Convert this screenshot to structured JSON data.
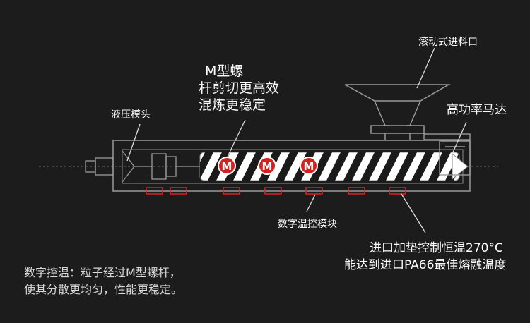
{
  "labels": {
    "screw_title_1": "M型螺",
    "screw_title_2": "杆剪切更高效",
    "screw_title_3": "混炼更稳定",
    "hydraulic_die": "液压模头",
    "feed_port": "滚动式进料口",
    "motor": "高功率马达",
    "temp_module": "数字温控模块",
    "inlet_line1": "进口加垫控制恒温270°C",
    "inlet_line2": "能达到进口PA66最佳熔融温度",
    "desc_line1": "数字控温：粒子经过M型螺杆，",
    "desc_line2": "使其分散更均匀，性能更稳定。",
    "m_badge": "M"
  },
  "colors": {
    "background": "#1c1c1c",
    "line": "#9a9a9a",
    "heater": "#d42020",
    "badge": "#d42020",
    "text": "#ffffff"
  }
}
